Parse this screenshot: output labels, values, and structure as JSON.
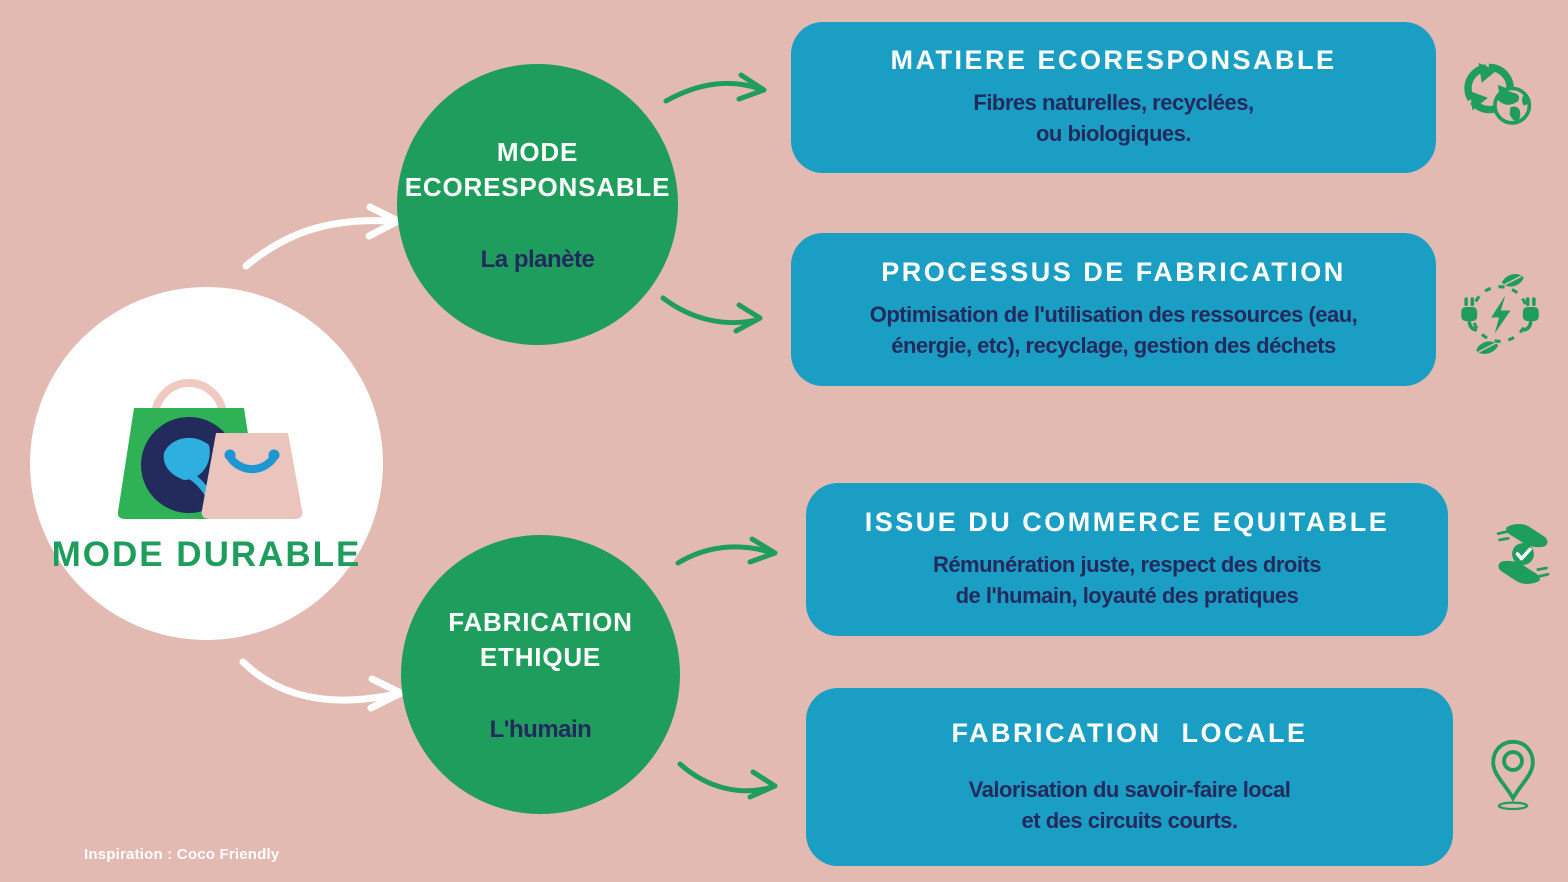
{
  "hub": {
    "title": "MODE DURABLE",
    "logo": "shopping-bags-leaf-logo"
  },
  "branches": [
    {
      "title": "MODE\nECORESPONSABLE",
      "subtitle": "La planète"
    },
    {
      "title": "FABRICATION\nETHIQUE",
      "subtitle": "L'humain"
    }
  ],
  "cards": [
    {
      "title": "MATIERE ECORESPONSABLE",
      "body": "Fibres naturelles, recyclées,\nou biologiques.",
      "icon": "recycle-globe-icon"
    },
    {
      "title": "PROCESSUS DE FABRICATION",
      "body": "Optimisation de l'utilisation des ressources (eau,\nénergie, etc), recyclage, gestion des déchets",
      "icon": "green-energy-icon"
    },
    {
      "title": "ISSUE DU COMMERCE EQUITABLE",
      "body": "Rémunération juste, respect des droits\nde l'humain, loyauté des pratiques",
      "icon": "fair-trade-hands-icon"
    },
    {
      "title": "FABRICATION  LOCALE",
      "body": "Valorisation du savoir-faire local\net des circuits courts.",
      "icon": "location-pin-icon"
    }
  ],
  "footer": {
    "credit": "Inspiration : Coco Friendly"
  },
  "colors": {
    "background": "#E3BAB1",
    "card_teal": "#1B9EC3",
    "circle_green": "#1E9D5C",
    "text_navy": "#232A5E",
    "text_white": "#FFFFFF",
    "logo_bag_green": "#2FB156",
    "logo_bag_pink": "#EBC5BD",
    "logo_circle_navy": "#232A5C",
    "logo_leaf_blue": "#2FAEE0",
    "logo_smile_blue": "#1E96D2",
    "logo_handle_pink": "#EFC9C2"
  }
}
